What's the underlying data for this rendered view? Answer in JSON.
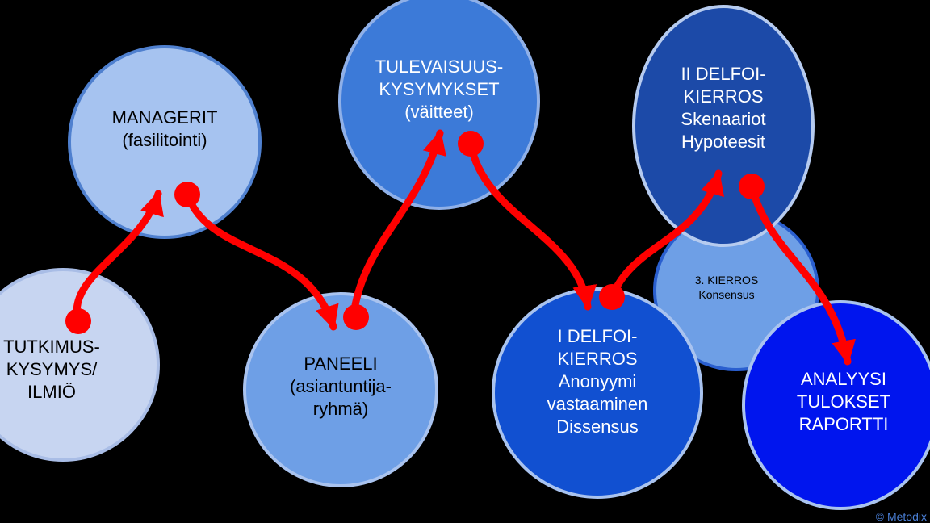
{
  "nodes": {
    "tutkimus": "TUTKIMUS-\nKYSYMYS/\nILMIÖ",
    "managerit": "MANAGERIT\n(fasilitointi)",
    "paneeli": "PANEELI\n(asiantuntija-\nryhmä)",
    "tulevaisuus": "TULEVAISUUS-\nKYSYMYKSET\n(väitteet)",
    "delfoi1": "I DELFOI-\nKIERROS\nAnonyymi\nvastaaminen\nDissensus",
    "kierros3": "3.  KIERROS\nKonsensus",
    "delfoi2": "II DELFOI-\nKIERROS\nSkenaariot\nHypoteesit",
    "analyysi": "ANALYYSI\nTULOKSET\nRAPORTTI"
  },
  "colors": {
    "arrow": "#ff0000",
    "background": "#000000"
  },
  "copyright": "© Metodix"
}
